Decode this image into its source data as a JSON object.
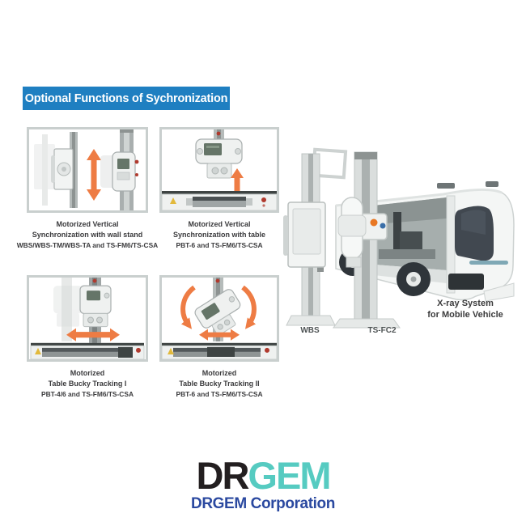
{
  "banner": {
    "label": "Optional Functions of Sychronization"
  },
  "panels": [
    {
      "caption_lines": [
        "Motorized Vertical",
        "Synchronization with wall stand",
        "WBS/WBS-TM/WBS-TA and TS-FM6/TS-CSA"
      ]
    },
    {
      "caption_lines": [
        "Motorized Vertical",
        "Synchronization with table",
        "PBT-6 and TS-FM6/TS-CSA"
      ]
    },
    {
      "caption_lines": [
        "Motorized",
        "Table Bucky Tracking I",
        "PBT-4/6 and TS-FM6/TS-CSA"
      ]
    },
    {
      "caption_lines": [
        "Motorized",
        "Table Bucky Tracking II",
        "PBT-6 and TS-FM6/TS-CSA"
      ]
    }
  ],
  "equipment": {
    "wall_stand_label": "WBS",
    "tube_stand_label": "TS-FC2",
    "vehicle_label_line1": "X-ray System",
    "vehicle_label_line2": "for Mobile Vehicle"
  },
  "logo": {
    "part1": "DR",
    "part2": "GEM",
    "subtitle": "DRGEM Corporation"
  },
  "colors": {
    "banner_blue": "#1F7FC1",
    "arrow_orange": "#EE7C44",
    "logo_dark": "#231F20",
    "logo_teal": "#56CBC1",
    "logo_subtitle_blue": "#2B49A0",
    "panel_border_gray": "#C9CFCE"
  }
}
